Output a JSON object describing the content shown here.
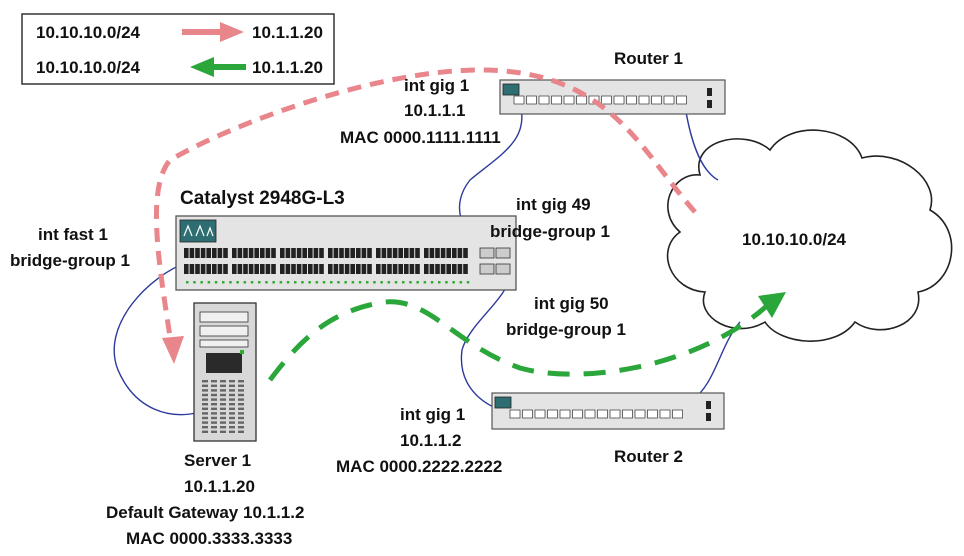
{
  "legend": {
    "row1": {
      "from": "10.10.10.0/24",
      "to": "10.1.1.20"
    },
    "row2": {
      "from": "10.10.10.0/24",
      "to": "10.1.1.20"
    }
  },
  "router1": {
    "name": "Router 1",
    "iface": "int gig 1",
    "ip": "10.1.1.1",
    "mac": "MAC 0000.1111.1111"
  },
  "router2": {
    "name": "Router 2",
    "iface": "int gig 1",
    "ip": "10.1.1.2",
    "mac": "MAC 0000.2222.2222"
  },
  "switch": {
    "name": "Catalyst 2948G-L3",
    "port_left": {
      "iface": "int fast 1",
      "group": "bridge-group 1"
    },
    "port_49": {
      "iface": "int gig 49",
      "group": "bridge-group 1"
    },
    "port_50": {
      "iface": "int gig 50",
      "group": "bridge-group 1"
    }
  },
  "cloud": {
    "label": "10.10.10.0/24"
  },
  "server": {
    "name": "Server 1",
    "ip": "10.1.1.20",
    "gateway": "Default Gateway 10.1.1.2",
    "mac": "MAC 0000.3333.3333"
  },
  "colors": {
    "pink_path": "#e8868c",
    "green_path": "#2aa63a",
    "cable": "#2b3a9c",
    "device_fill": "#e4e4e4"
  }
}
